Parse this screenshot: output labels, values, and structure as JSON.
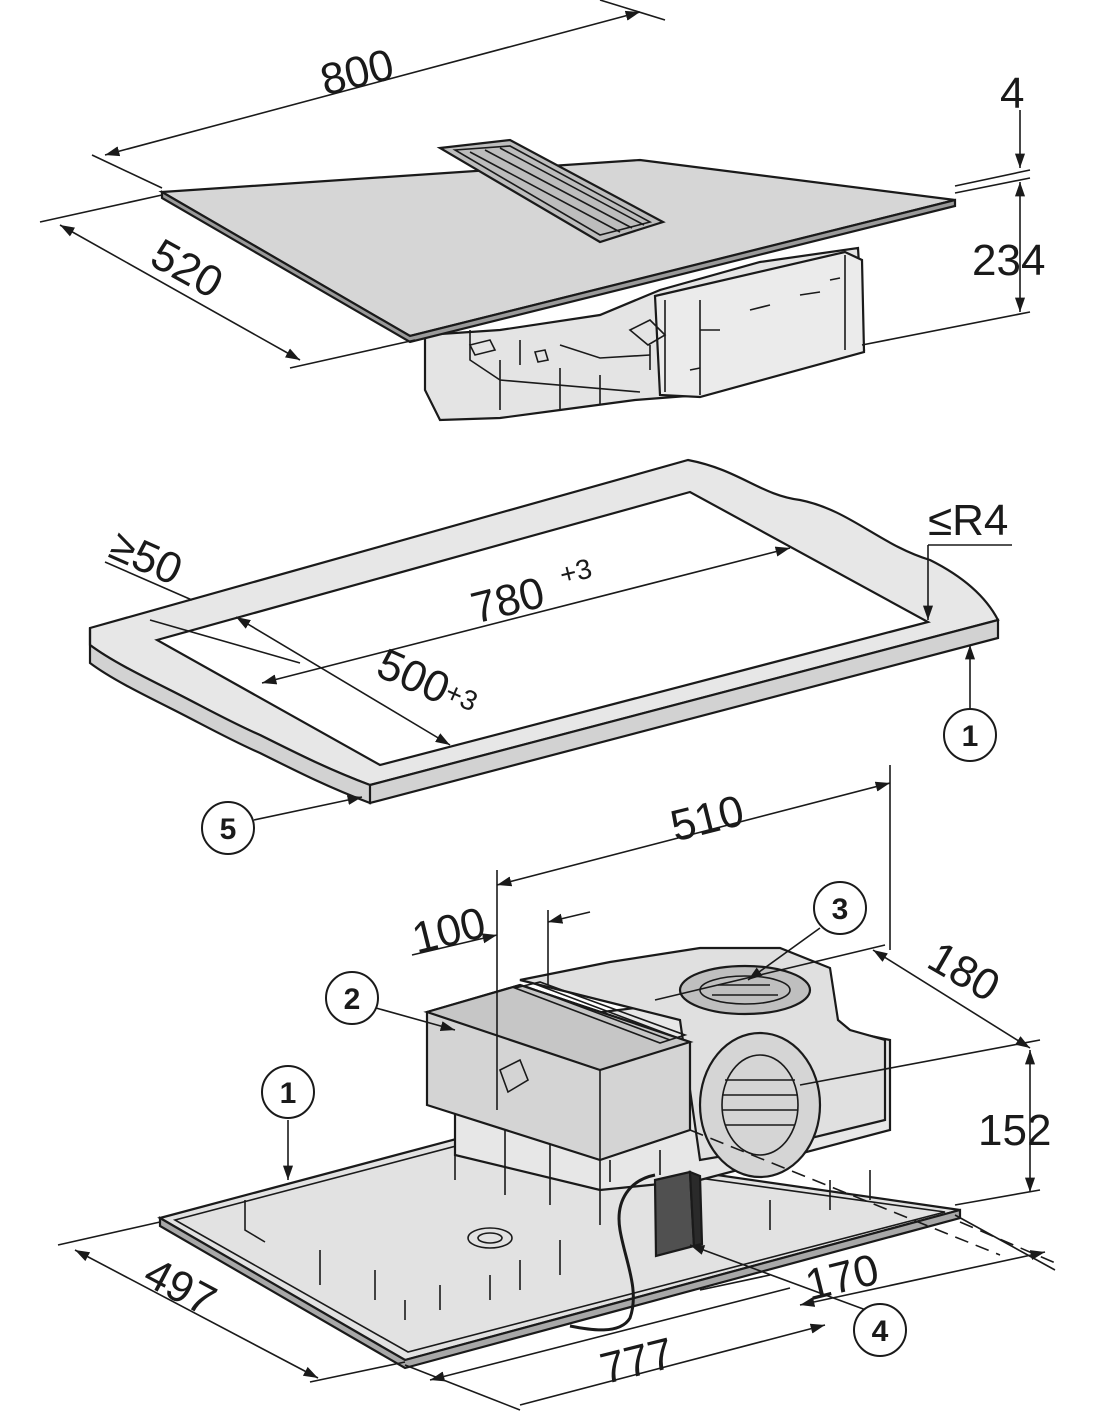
{
  "colors": {
    "line": "#1a1a1a",
    "glass": "#d6d6d6",
    "housing": "#e4e4e4",
    "worktop": "#e7e7e7",
    "background": "#ffffff"
  },
  "dimensions": {
    "width": "800",
    "depth": "520",
    "glass_thickness": "4",
    "overall_height": "234",
    "min_edge_distance": "≥50",
    "corner_radius": "≤R4",
    "cutout_width": "780",
    "cutout_width_tolerance": "+3",
    "cutout_depth": "500",
    "cutout_depth_tolerance": "+3",
    "dim_510": "510",
    "dim_100": "100",
    "dim_180": "180",
    "dim_152": "152",
    "dim_170": "170",
    "dim_497": "497",
    "dim_777": "777"
  },
  "callouts": [
    "1",
    "2",
    "3",
    "4",
    "5",
    "1"
  ]
}
